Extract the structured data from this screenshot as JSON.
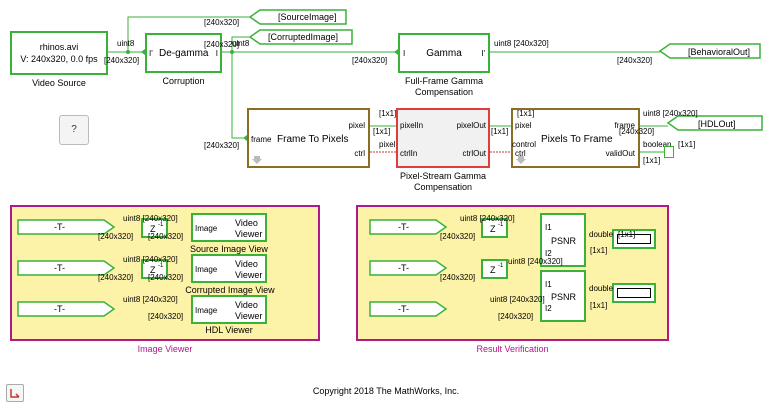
{
  "copyright": "Copyright 2018 The MathWorks, Inc.",
  "help_label": "?",
  "video_source": {
    "line1": "rhinos.avi",
    "line2": "V: 240x320, 0.0 fps",
    "caption": "Video Source"
  },
  "corruption": {
    "label": "De-gamma",
    "caption": "Corruption",
    "in_port": "I'",
    "out_port": "I"
  },
  "gamma_block": {
    "label": "Gamma",
    "caption_line1": "Full-Frame Gamma",
    "caption_line2": "Compensation",
    "in_port": "I",
    "out_port": "I'"
  },
  "frame_to_pixels": {
    "label": "Frame To Pixels",
    "in_port": "frame",
    "out_pixel": "pixel",
    "out_ctrl": "ctrl"
  },
  "pixel_stream_gamma": {
    "caption_line1": "Pixel-Stream Gamma",
    "caption_line2": "Compensation",
    "in_pixel": "pixelIn",
    "in_ctrl": "ctrlIn",
    "out_pixel": "pixelOut",
    "out_ctrl": "ctrlOut"
  },
  "pixels_to_frame": {
    "label": "Pixels To Frame",
    "in_pixel": "pixel",
    "in_ctrl": "ctrl",
    "out_frame": "frame",
    "out_valid": "validOut"
  },
  "goto_tags": {
    "source_image": "[SourceImage]",
    "corrupted_image": "[CorruptedImage]",
    "behavioral_out": "[BehavioralOut]",
    "hdl_out": "[HDLOut]"
  },
  "from_tag_label": "-T-",
  "delay_label": "Z",
  "delay_exp": "-1",
  "image_port": "Image",
  "viewer_label_line1": "Video",
  "viewer_label_line2": "Viewer",
  "image_viewer_area": {
    "title": "Image Viewer",
    "source_view": "Source Image View",
    "corrupted_view": "Corrupted Image View",
    "hdl_view": "HDL Viewer"
  },
  "result_area": {
    "title": "Result Verification",
    "psnr_label": "PSNR",
    "port_i1": "I1",
    "port_i2": "I2"
  },
  "signals": {
    "dim_240x320": "[240x320]",
    "dim_1x1": "[1x1]",
    "uint8": "uint8",
    "uint8_dim": "uint8 [240x320]",
    "double": "double",
    "boolean": "boolean",
    "pixel_wire": "pixel",
    "control_wire": "control"
  }
}
